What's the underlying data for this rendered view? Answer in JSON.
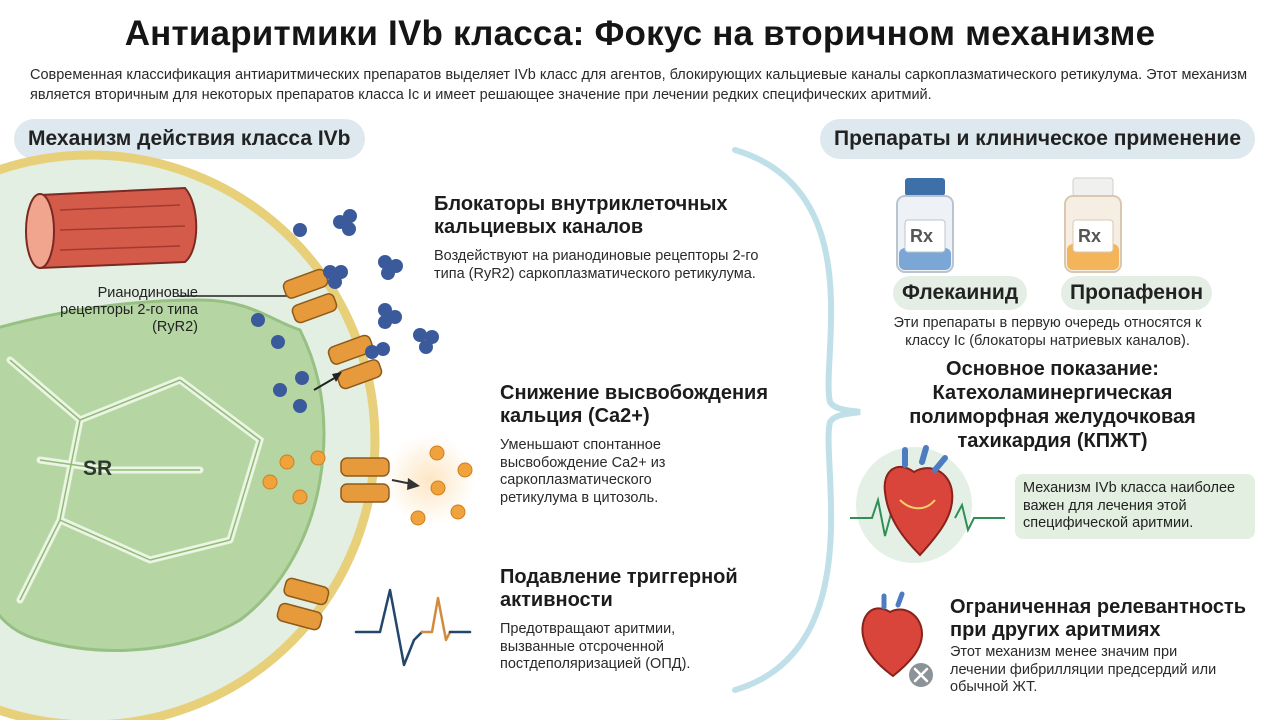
{
  "title": "Антиаритмики IVb класса: Фокус на вторичном механизме",
  "intro": "Современная классификация антиаритмических препаратов выделяет IVb класс для агентов, блокирующих кальциевые каналы саркоплазматического ретикулума. Этот механизм является вторичным для некоторых препаратов класса Ic и имеет решающее значение при лечении редких специфических аритмий.",
  "left_section": {
    "heading": "Механизм действия класса IVb",
    "ryr_label": "Рианодиновые рецепторы 2-го типа (RyR2)",
    "sr_label": "SR",
    "mechanisms": [
      {
        "title": "Блокаторы внутриклеточных кальциевых каналов",
        "text": "Воздействуют на рианодиновые рецепторы 2-го типа (RyR2) саркоплазматического ретикулума."
      },
      {
        "title": "Снижение высвобождения кальция (Ca2+)",
        "text": "Уменьшают спонтанное высвобождение Ca2+ из саркоплазматического ретикулума в цитозоль."
      },
      {
        "title": "Подавление триггерной активности",
        "text": "Предотвращают аритмии, вызванные отсроченной постдеполяризацией (ОПД)."
      }
    ]
  },
  "right_section": {
    "heading": "Препараты и клиническое применение",
    "drugs": [
      {
        "name": "Флекаинид",
        "rx": "Rx",
        "cap_color": "#3d6fa8",
        "liquid_color": "#7aa7d6"
      },
      {
        "name": "Пропафенон",
        "rx": "Rx",
        "cap_color": "#e8a04a",
        "liquid_color": "#f3b45a"
      }
    ],
    "drugs_note": "Эти препараты в первую очередь относятся к классу Ic (блокаторы натриевых каналов).",
    "main_indication": "Основное показание: Катехоламинергическая полиморфная желудочковая тахикардия (КПЖТ)",
    "indication_note": "Механизм IVb класса наиболее важен для лечения этой специфической аритмии.",
    "limited": {
      "title": "Ограниченная релевантность при других аритмиях",
      "text": "Этот механизм менее значим при лечении фибрилляции предсердий или обычной ЖТ."
    }
  },
  "colors": {
    "channel": "#e69a3c",
    "blocker": "#3b5a9c",
    "calcium": "#f0a23c",
    "cell_fill": "#dfeee0",
    "sr_fill": "#b7d7a5",
    "bracket": "#bfe0e8"
  }
}
